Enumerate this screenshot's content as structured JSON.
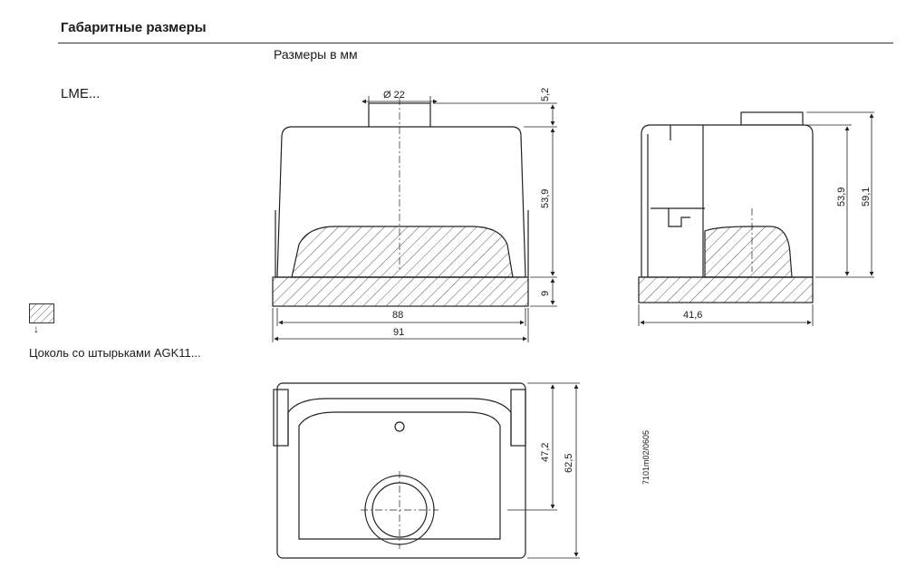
{
  "title": "Габаритные размеры",
  "subtitle": "Размеры в мм",
  "model": "LME...",
  "legend": {
    "text": "Цоколь со штырьками AGK11...",
    "arrow": "↓"
  },
  "dims": {
    "d22": "Ø 22",
    "h5_2": "5,2",
    "h53_9": "53,9",
    "h9": "9",
    "w88": "88",
    "w91": "91",
    "w41_6": "41,6",
    "s53_9": "53,9",
    "s59_1": "59,1",
    "b47_2": "47,2",
    "b62_5": "62,5"
  },
  "drawing_code": "7101m02/0605"
}
